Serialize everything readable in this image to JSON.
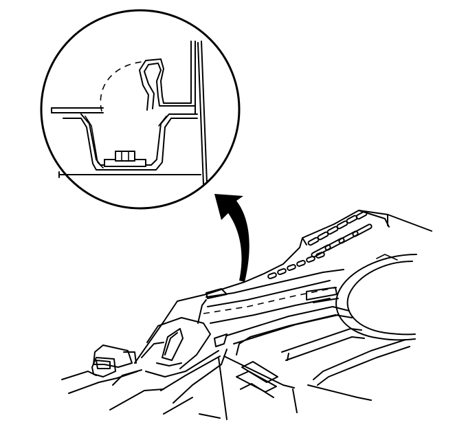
{
  "colors": {
    "line": "#000000",
    "background": "#ffffff"
  },
  "figure": {
    "kind": "technical-line-illustration",
    "parts": [
      "detail-callout-circle",
      "callout-arrow",
      "floor-pan-illustration"
    ]
  }
}
